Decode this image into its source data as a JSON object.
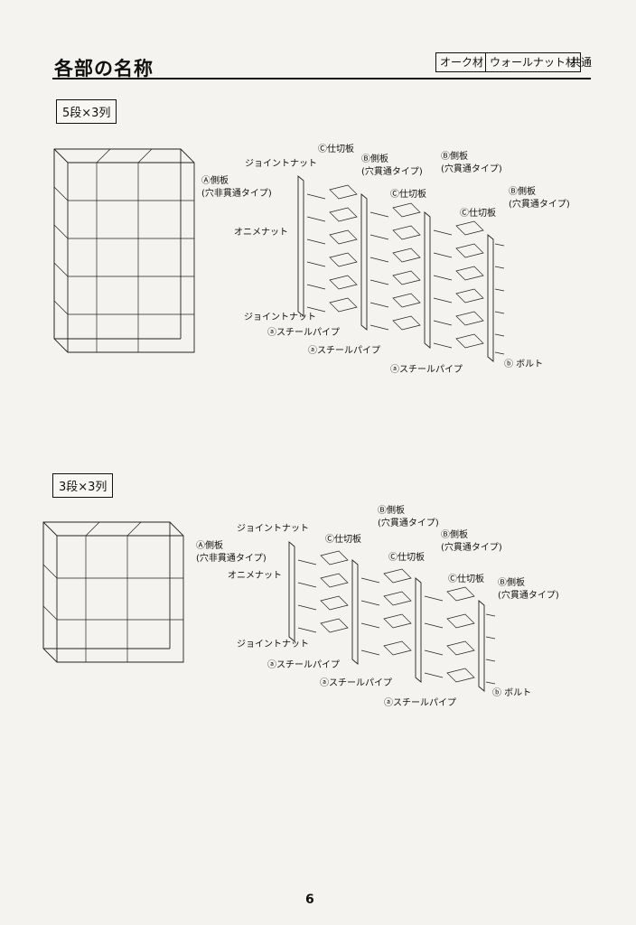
{
  "header": {
    "title": "各部の名称",
    "tags": [
      "オーク材",
      "ウォールナット材"
    ],
    "tag_note": "共通"
  },
  "sections": [
    {
      "heading": "5段×3列",
      "labels": {
        "side_a": "Ⓐ側板",
        "side_a_sub": "(穴非貫通タイプ)",
        "joint_top": "ジョイントナット",
        "onime": "オニメナット",
        "joint_bottom": "ジョイントナット",
        "partition_c1": "Ⓒ仕切板",
        "side_b1": "Ⓑ側板",
        "side_b1_sub": "(穴貫通タイプ)",
        "partition_c2": "Ⓒ仕切板",
        "side_b2": "Ⓑ側板",
        "side_b2_sub": "(穴貫通タイプ)",
        "partition_c3": "Ⓒ仕切板",
        "side_b3": "Ⓑ側板",
        "side_b3_sub": "(穴貫通タイプ)",
        "pipe1": "ⓐスチールパイプ",
        "pipe2": "ⓐスチールパイプ",
        "pipe3": "ⓐスチールパイプ",
        "bolt": "ⓑ ボルト"
      }
    },
    {
      "heading": "3段×3列",
      "labels": {
        "joint_top": "ジョイントナット",
        "side_a": "Ⓐ側板",
        "side_a_sub": "(穴非貫通タイプ)",
        "onime": "オニメナット",
        "joint_bottom": "ジョイントナット",
        "partition_c1": "Ⓒ仕切板",
        "side_b1": "Ⓑ側板",
        "side_b1_sub": "(穴貫通タイプ)",
        "partition_c2": "Ⓒ仕切板",
        "side_b2": "Ⓑ側板",
        "side_b2_sub": "(穴貫通タイプ)",
        "partition_c3": "Ⓒ仕切板",
        "side_b3": "Ⓑ側板",
        "side_b3_sub": "(穴貫通タイプ)",
        "pipe1": "ⓐスチールパイプ",
        "pipe2": "ⓐスチールパイプ",
        "pipe3": "ⓐスチールパイプ",
        "bolt": "ⓑ ボルト"
      }
    }
  ],
  "page_number": "6"
}
